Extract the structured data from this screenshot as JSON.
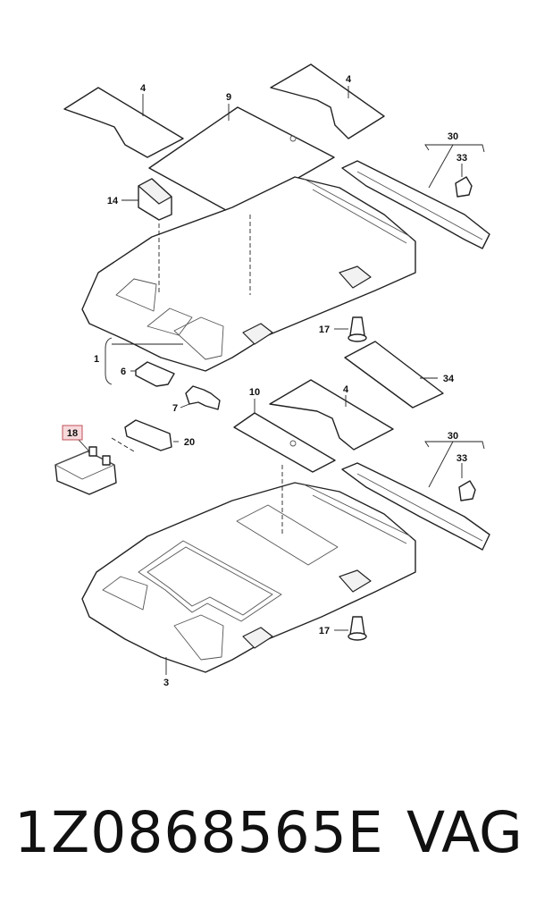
{
  "diagram": {
    "callouts": {
      "c4a": "4",
      "c9": "9",
      "c4b": "4",
      "c30a": "30",
      "c33a": "33",
      "c14": "14",
      "c17a": "17",
      "c1": "1",
      "c6": "6",
      "c10": "10",
      "c4c": "4",
      "c34": "34",
      "c7": "7",
      "c18": "18",
      "c20": "20",
      "c30b": "30",
      "c33b": "33",
      "c17b": "17",
      "c3": "3"
    },
    "highlight_color": "#f7d9dc"
  },
  "footer": {
    "part_number": "1Z0868565E",
    "brand": "VAG"
  }
}
